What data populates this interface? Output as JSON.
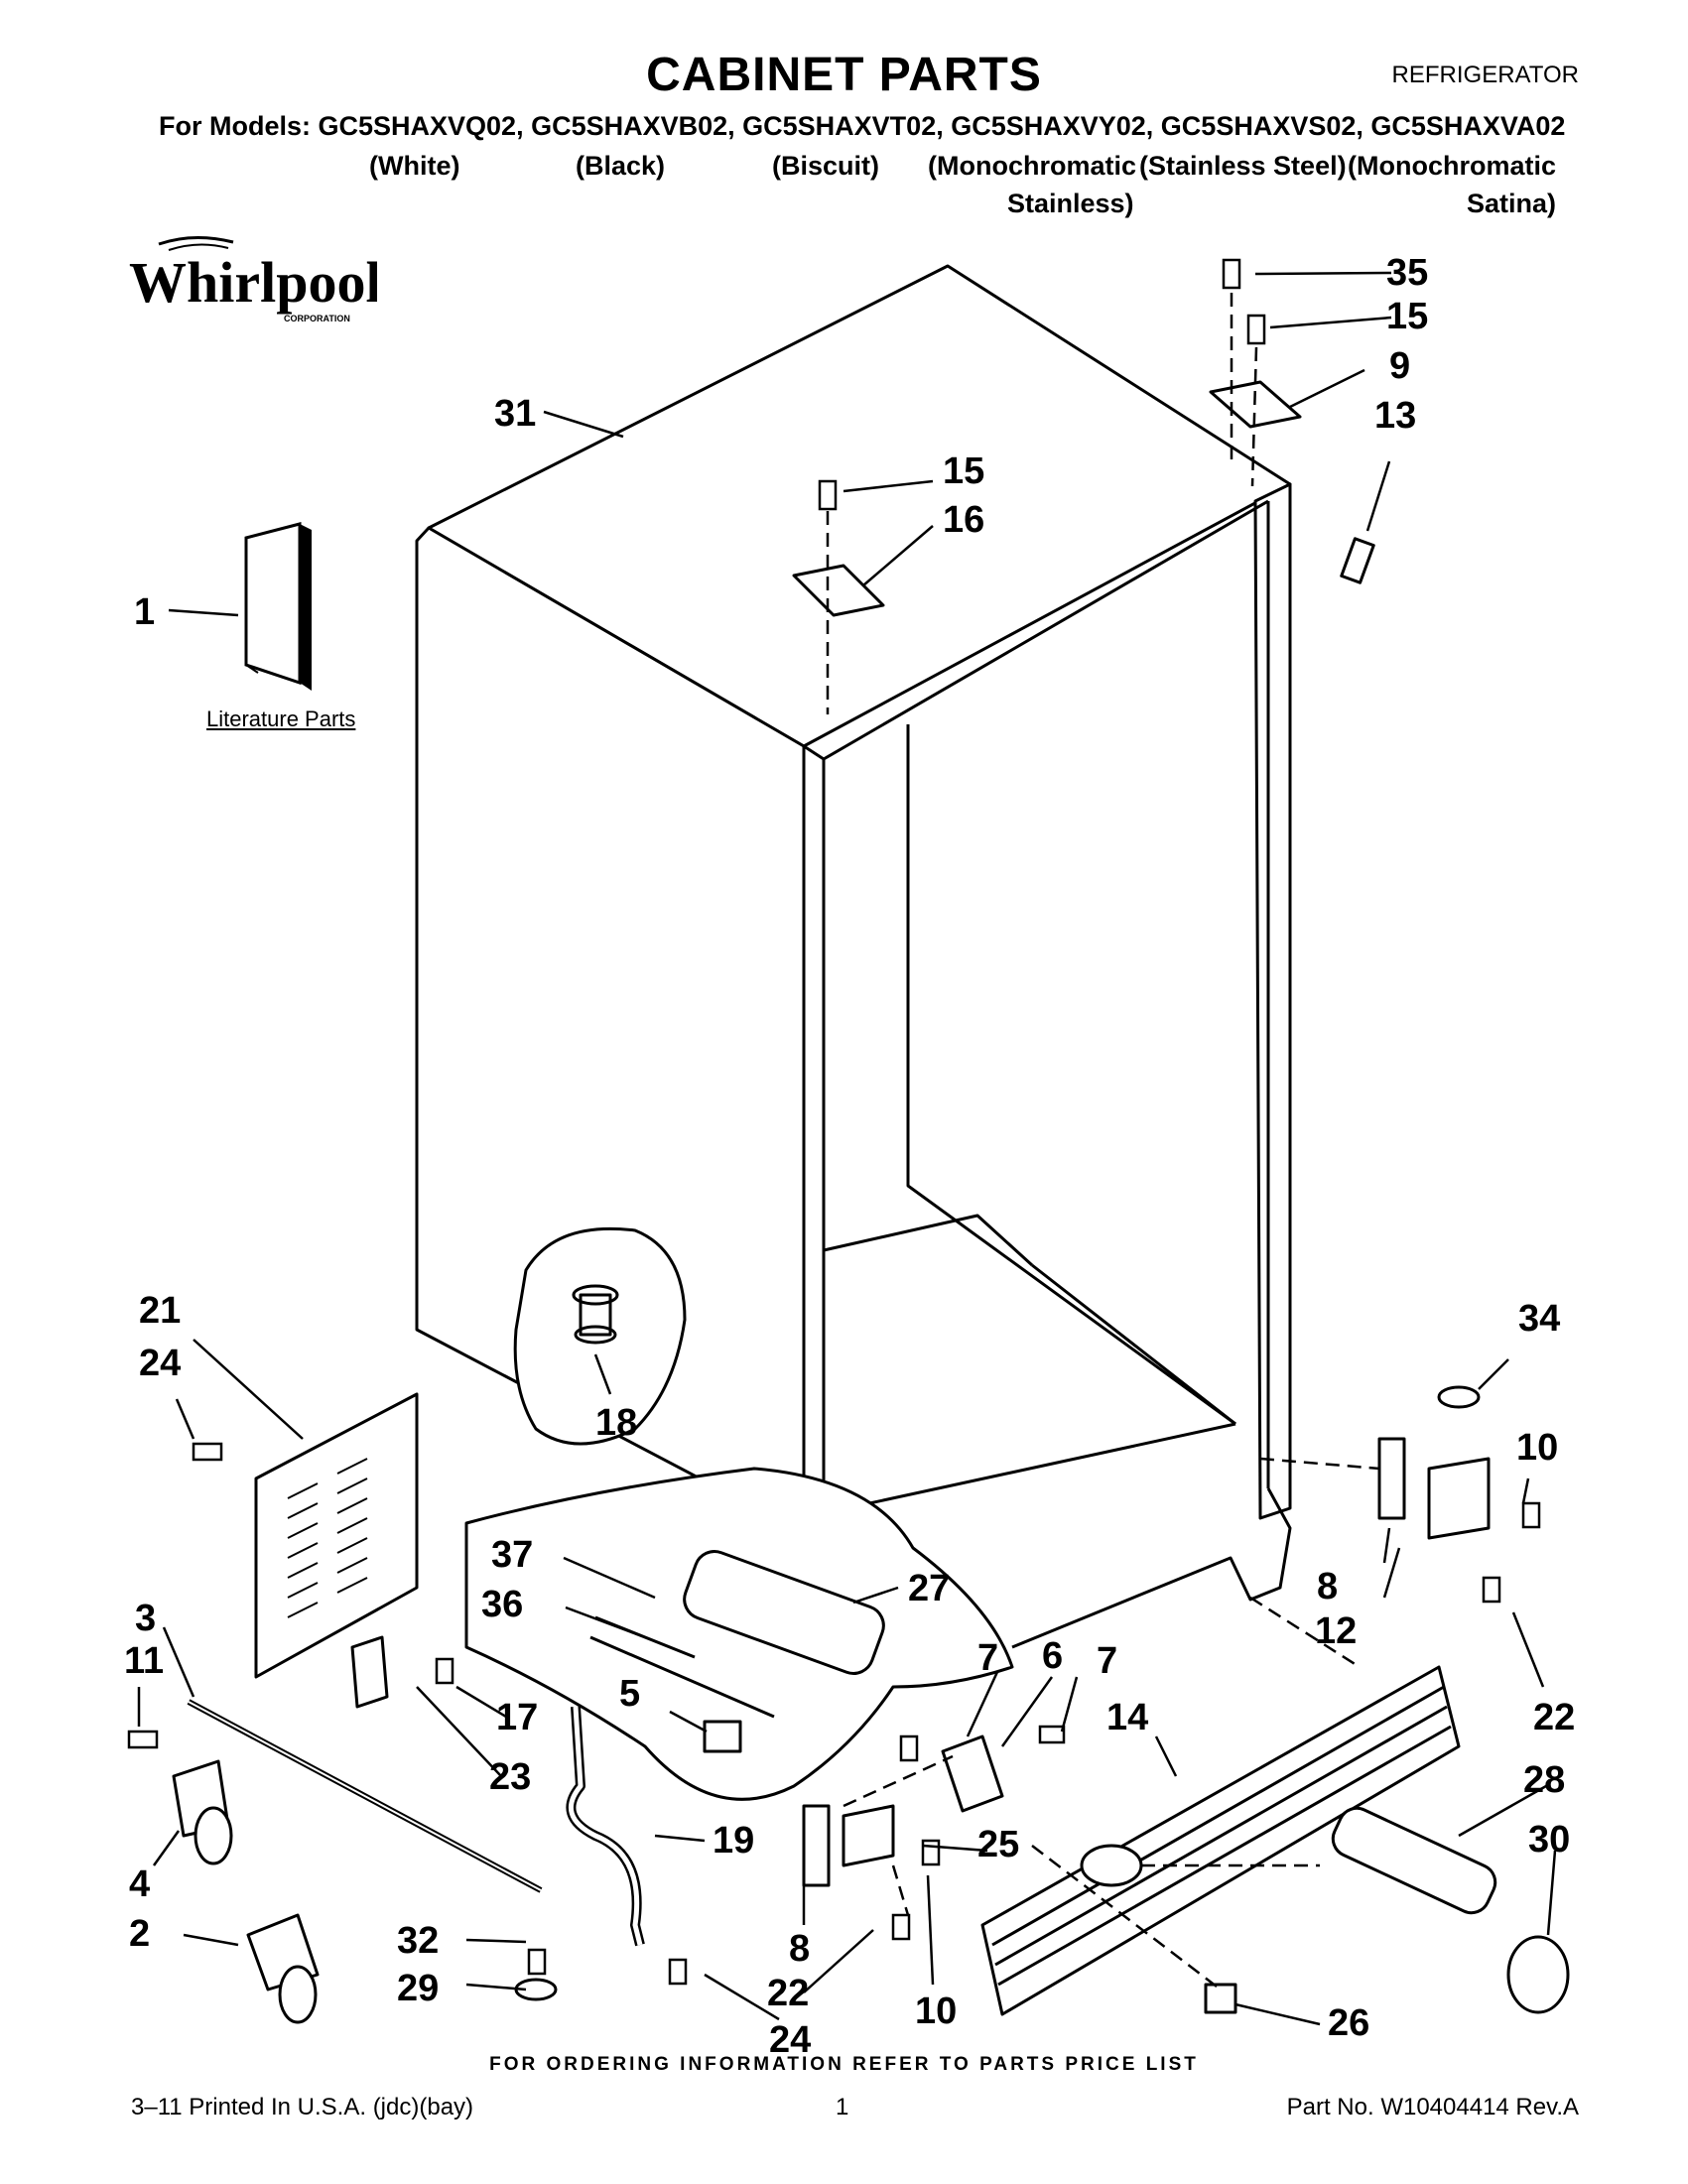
{
  "header": {
    "title": "CABINET PARTS",
    "category": "REFRIGERATOR",
    "models_line": "For Models: GC5SHAXVQ02, GC5SHAXVB02, GC5SHAXVT02, GC5SHAXVY02, GC5SHAXVS02, GC5SHAXVA02",
    "variants": [
      {
        "line1": "(White)",
        "line2": ""
      },
      {
        "line1": "(Black)",
        "line2": ""
      },
      {
        "line1": "(Biscuit)",
        "line2": ""
      },
      {
        "line1": "(Monochromatic",
        "line2": "Stainless)"
      },
      {
        "line1": "(Stainless Steel)",
        "line2": ""
      },
      {
        "line1": "(Monochromatic",
        "line2": "Satina)"
      }
    ]
  },
  "logo": {
    "name": "Whirlpool",
    "sub": "CORPORATION"
  },
  "literature": {
    "label": "Literature Parts"
  },
  "callouts": [
    "1",
    "2",
    "3",
    "4",
    "5",
    "6",
    "7",
    "7",
    "8",
    "8",
    "9",
    "10",
    "10",
    "11",
    "12",
    "13",
    "14",
    "15",
    "15",
    "16",
    "17",
    "18",
    "19",
    "21",
    "22",
    "22",
    "23",
    "24",
    "24",
    "25",
    "26",
    "27",
    "28",
    "29",
    "30",
    "31",
    "32",
    "34",
    "35",
    "36",
    "37"
  ],
  "footer": {
    "ordering_note": "FOR ORDERING INFORMATION REFER TO PARTS PRICE LIST",
    "print_info": "3–11 Printed In U.S.A. (jdc)(bay)",
    "page": "1",
    "part_no": "Part No. W10404414 Rev.A"
  }
}
